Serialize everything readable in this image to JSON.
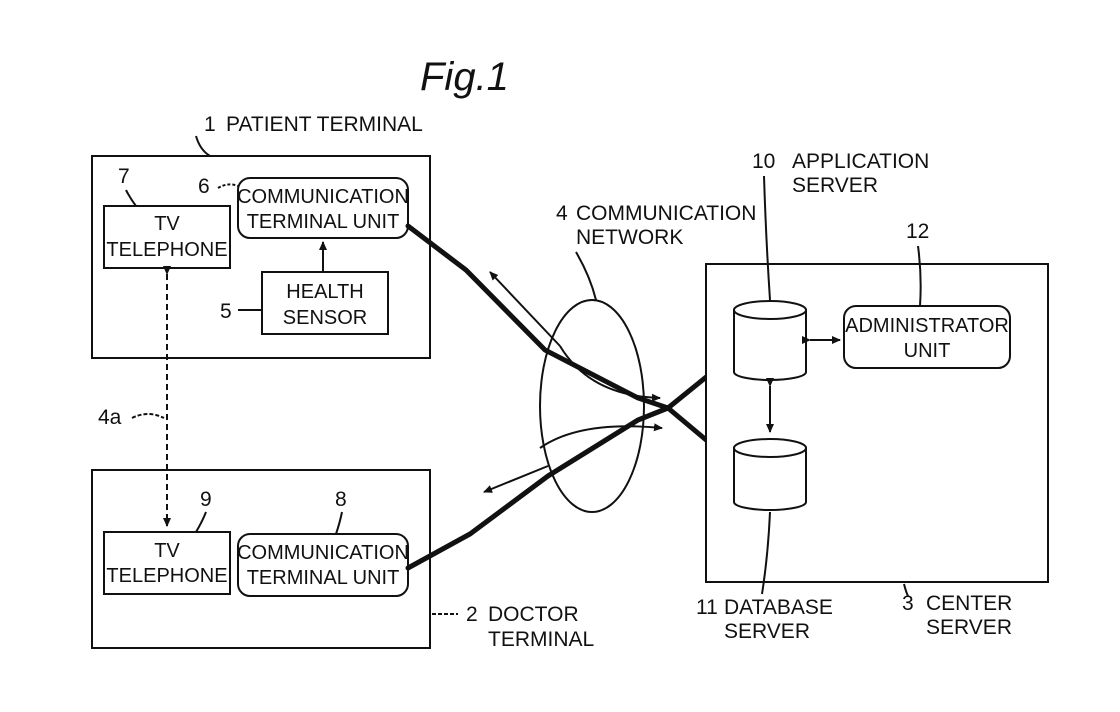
{
  "figure": {
    "title": "Fig.1"
  },
  "patient_terminal": {
    "number": "1",
    "label": "PATIENT TERMINAL"
  },
  "doctor_terminal": {
    "number": "2",
    "label_line1": "DOCTOR",
    "label_line2": "TERMINAL"
  },
  "center_server": {
    "number": "3",
    "label_line1": "CENTER",
    "label_line2": "SERVER"
  },
  "network": {
    "number": "4",
    "label_line1": "COMMUNICATION",
    "label_line2": "NETWORK",
    "link_label": "4a"
  },
  "health_sensor": {
    "number": "5",
    "line1": "HEALTH",
    "line2": "SENSOR"
  },
  "patient_comm_unit": {
    "number": "6",
    "line1": "COMMUNICATION",
    "line2": "TERMINAL UNIT"
  },
  "patient_tv": {
    "number": "7",
    "line1": "TV",
    "line2": "TELEPHONE"
  },
  "doctor_comm_unit": {
    "number": "8",
    "line1": "COMMUNICATION",
    "line2": "TERMINAL UNIT"
  },
  "doctor_tv": {
    "number": "9",
    "line1": "TV",
    "line2": "TELEPHONE"
  },
  "application_server": {
    "number": "10",
    "label_line1": "APPLICATION",
    "label_line2": "SERVER"
  },
  "database_server": {
    "number": "11",
    "label_line1": "DATABASE",
    "label_line2": "SERVER"
  },
  "administrator_unit": {
    "number": "12",
    "line1": "ADMINISTRATOR",
    "line2": "UNIT"
  }
}
